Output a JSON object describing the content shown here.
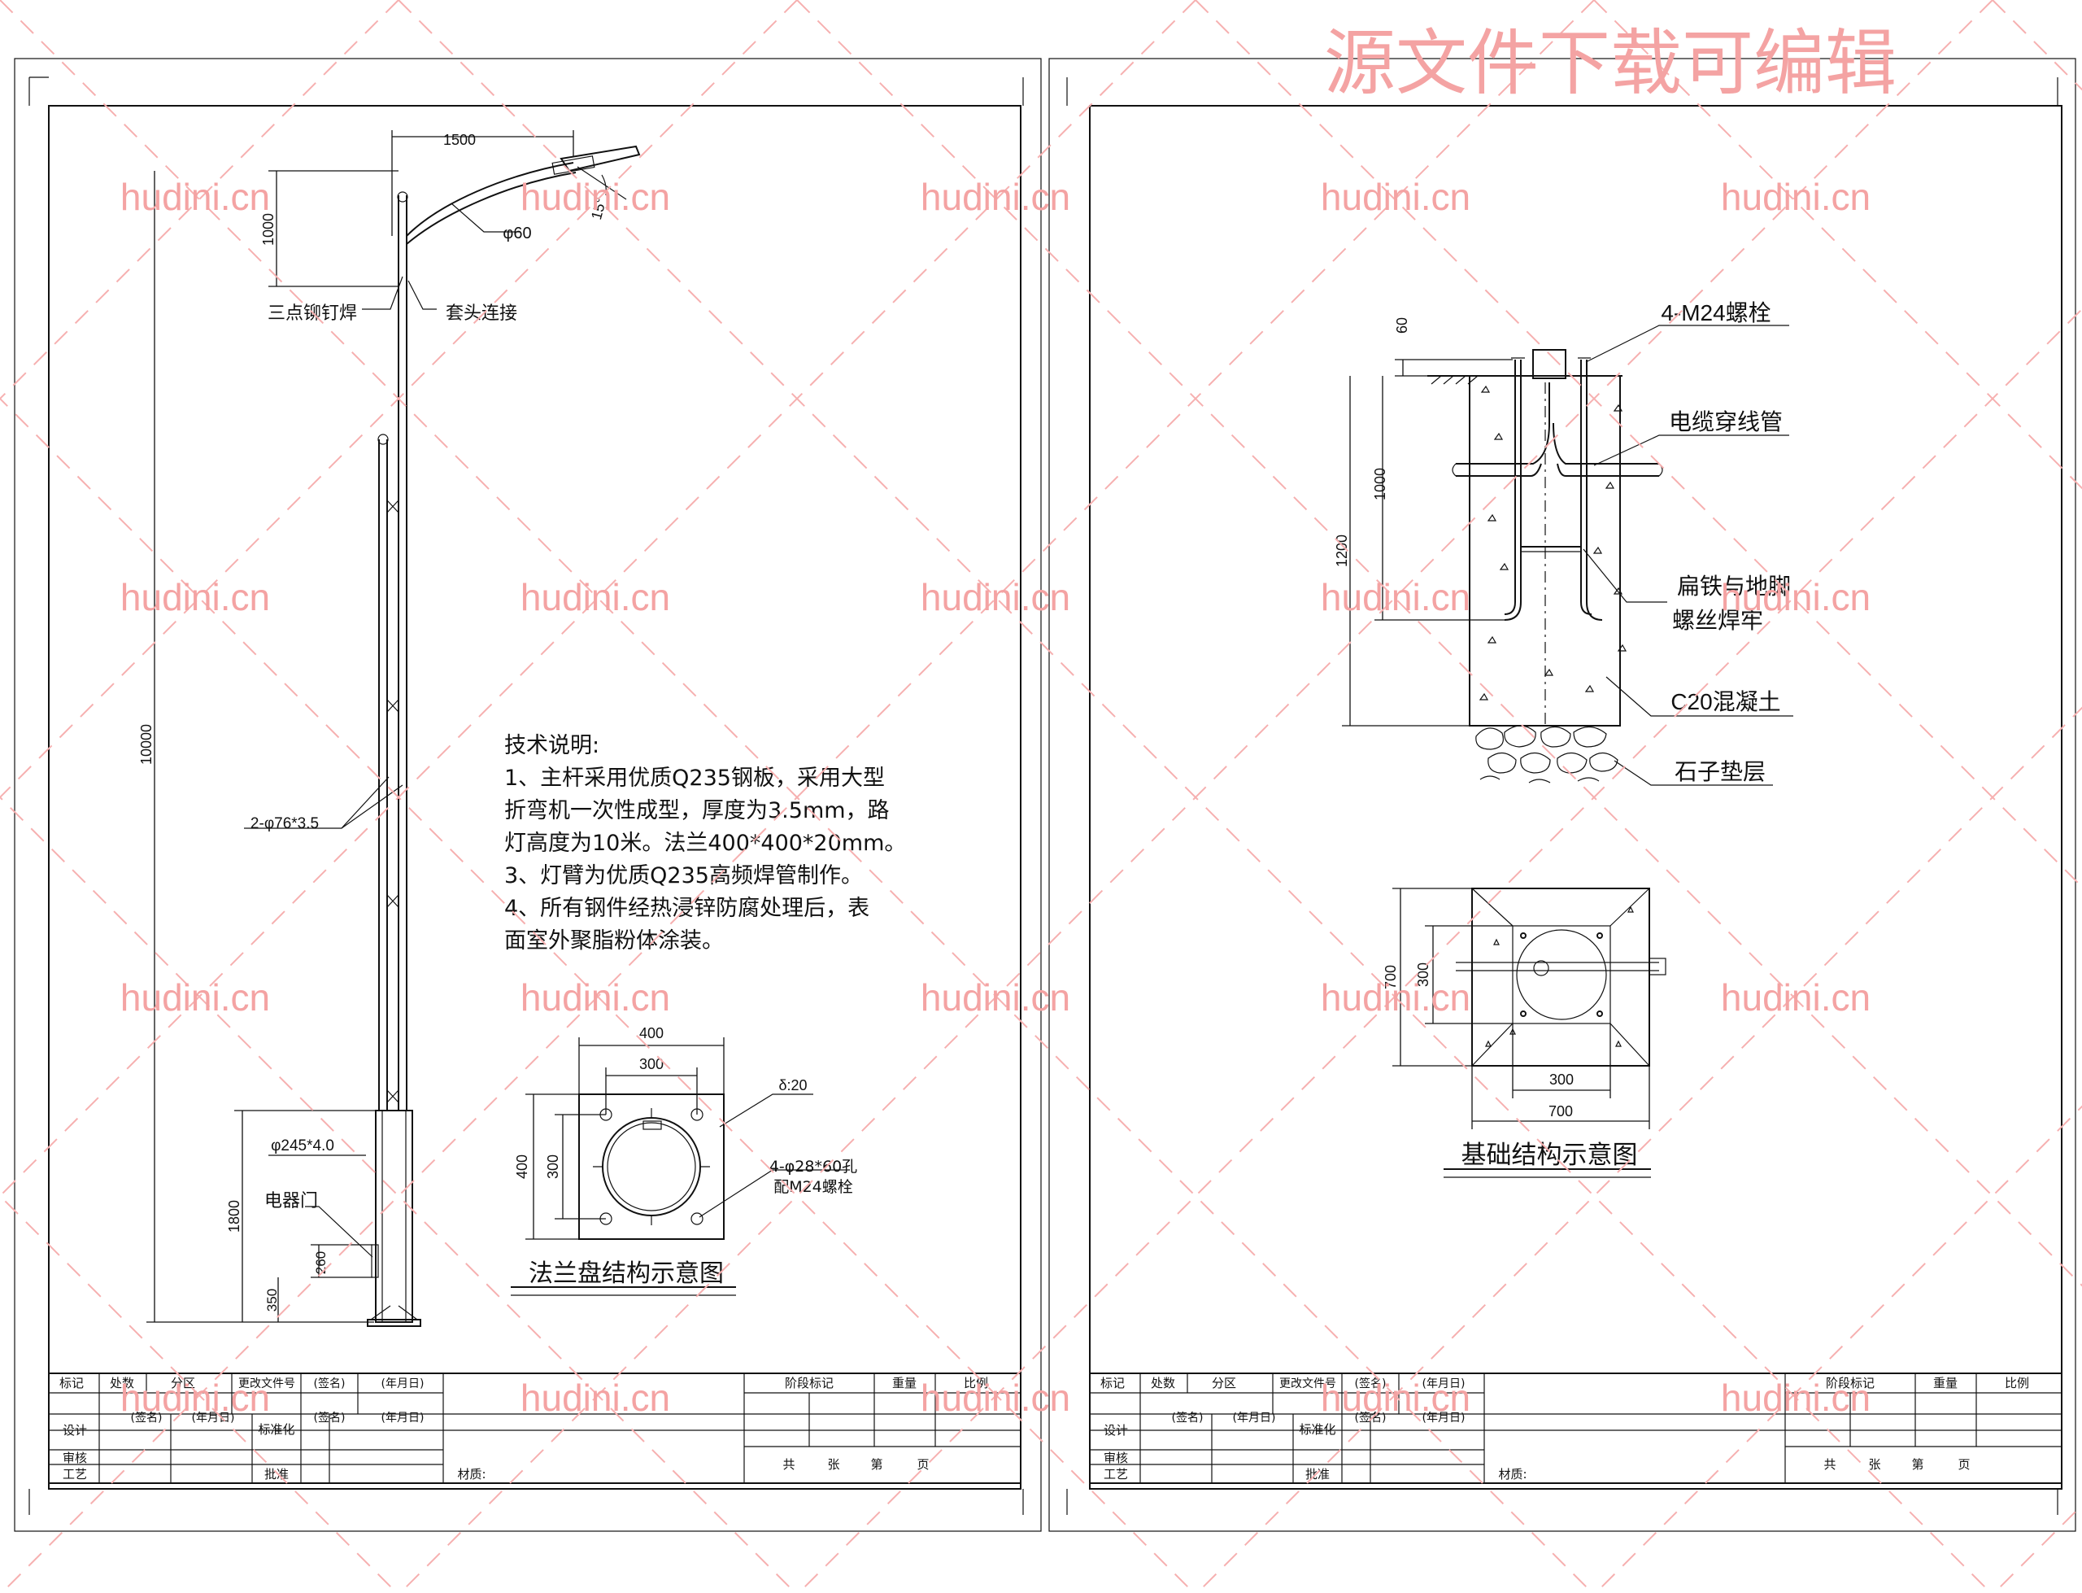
{
  "watermark": {
    "banner": "源文件下载可编辑",
    "site": "hudini.cn",
    "color": "#f4a3a3"
  },
  "left_sheet": {
    "pole": {
      "dim_arm_length": "1500",
      "dim_arm_rise": "1000",
      "dim_angle": "15°",
      "dim_arm_dia": "φ60",
      "label_weld": "三点铆钉焊",
      "label_sleeve": "套头连接",
      "dim_total_height": "10000",
      "label_upper_tube": "2-φ76*3.5",
      "label_base_tube": "φ245*4.0",
      "label_door": "电器门",
      "dim_lower": "1800",
      "dim_door": "260",
      "dim_door_base": "350"
    },
    "notes": {
      "title": "技术说明:",
      "lines": [
        "1、主杆采用优质Q235钢板，采用大型",
        "折弯机一次性成型，厚度为3.5mm，路",
        "灯高度为10米。法兰400*400*20mm。",
        "3、灯臂为优质Q235高频焊管制作。",
        "4、所有钢件经热浸锌防腐处理后，表",
        "面室外聚脂粉体涂装。"
      ]
    },
    "flange": {
      "dim_outer": "400",
      "dim_inner": "300",
      "dim_thickness": "δ:20",
      "dim_side_outer": "400",
      "dim_side_inner": "300",
      "label_holes_1": "4-φ28*60孔",
      "label_holes_2": "配M24螺栓",
      "caption": "法兰盘结构示意图"
    }
  },
  "right_sheet": {
    "foundation": {
      "label_bolts": "4-M24螺栓",
      "label_conduit": "电缆穿线管",
      "label_weld_1": "扁铁与地脚",
      "label_weld_2": "螺丝焊牢",
      "label_concrete": "C20混凝土",
      "label_gravel": "石子垫层",
      "dim_top": "60",
      "dim_bolt_len": "1000",
      "dim_depth": "1200",
      "dim_plan_outer": "700",
      "dim_plan_inner": "300",
      "dim_plan_bottom_inner": "300",
      "dim_plan_bottom_outer": "700",
      "caption": "基础结构示意图"
    }
  },
  "title_block": {
    "row1": [
      "标记",
      "处数",
      "分区",
      "更改文件号",
      "(签名)",
      "(年月日)"
    ],
    "row2_label": "设计",
    "row2": [
      "(签名)",
      "(年月日)",
      "标准化",
      "(签名)",
      "(年月日)"
    ],
    "review": "审核",
    "craft": "工艺",
    "approve": "批准",
    "material": "材质:",
    "stage": "阶段标记",
    "weight": "重量",
    "scale": "比例",
    "sheets": [
      "共",
      "张",
      "第",
      "页"
    ]
  }
}
